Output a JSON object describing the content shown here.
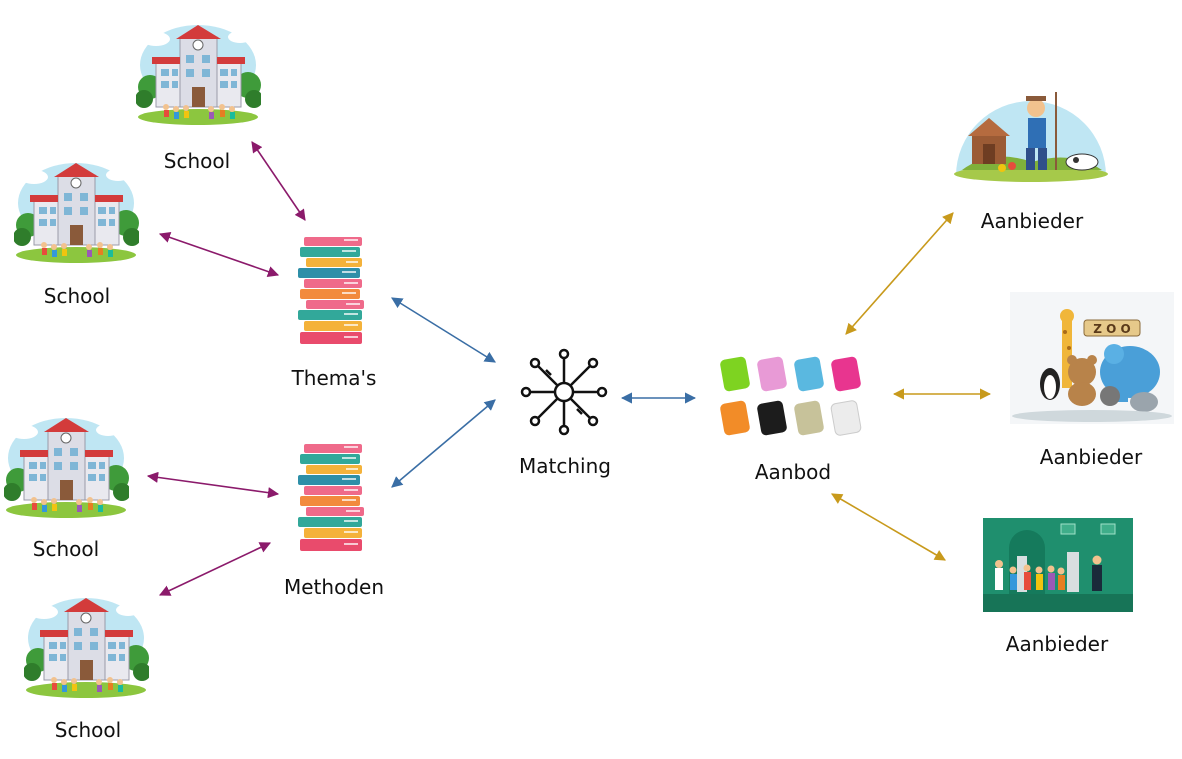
{
  "colors": {
    "school_arrow": "#8b1a6b",
    "center_arrow": "#3a6ea5",
    "provider_arrow": "#c89a1c"
  },
  "nodes": {
    "school_1": {
      "label": "School",
      "icon": "school-building-icon"
    },
    "school_2": {
      "label": "School",
      "icon": "school-building-icon"
    },
    "school_3": {
      "label": "School",
      "icon": "school-building-icon"
    },
    "school_4": {
      "label": "School",
      "icon": "school-building-icon"
    },
    "themas": {
      "label": "Thema's",
      "icon": "book-stack-icon"
    },
    "methoden": {
      "label": "Methoden",
      "icon": "book-stack-icon"
    },
    "matching": {
      "label": "Matching",
      "icon": "network-hub-icon"
    },
    "aanbod": {
      "label": "Aanbod",
      "icon": "colored-books-icon"
    },
    "aanbieder_1": {
      "label": "Aanbieder",
      "icon": "farmer-icon"
    },
    "aanbieder_2": {
      "label": "Aanbieder",
      "icon": "zoo-icon"
    },
    "aanbieder_3": {
      "label": "Aanbieder",
      "icon": "museum-tour-icon"
    }
  }
}
